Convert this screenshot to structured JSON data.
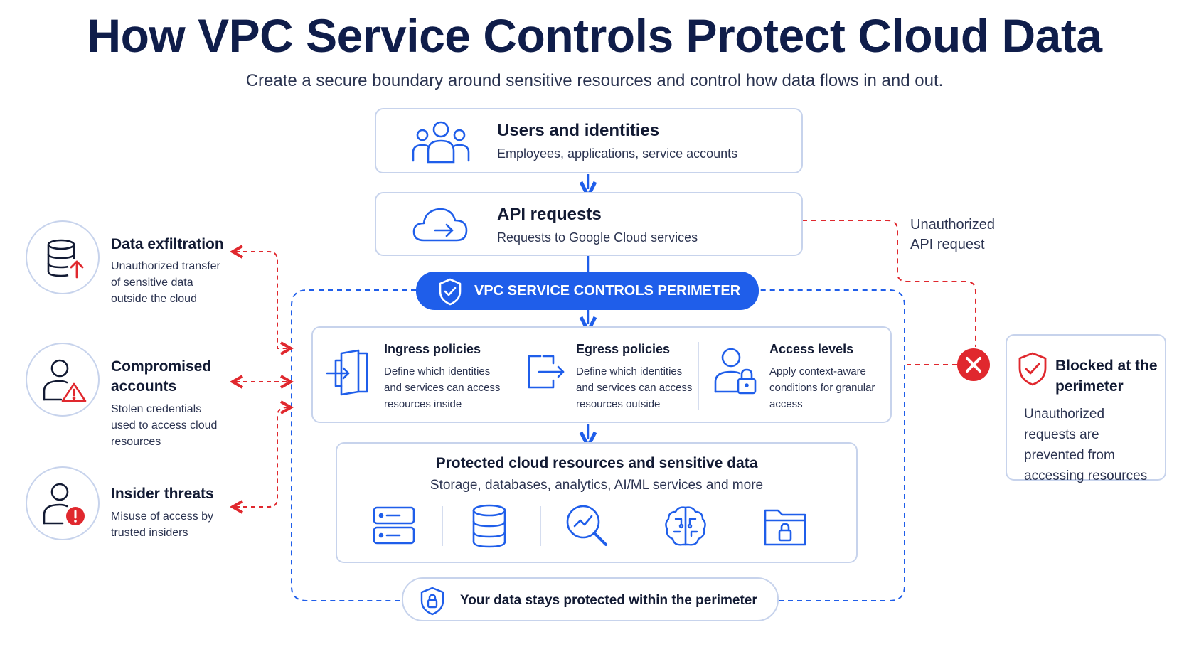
{
  "title": "How VPC Service Controls Protect Cloud Data",
  "subtitle": "Create a secure boundary around sensitive resources and control how data flows in and out.",
  "users": {
    "title": "Users and identities",
    "subtitle": "Employees, applications, service accounts"
  },
  "api": {
    "title": "API requests",
    "subtitle": "Requests to Google Cloud services"
  },
  "perimeter": {
    "label": "VPC SERVICE CONTROLS PERIMETER"
  },
  "policies": [
    {
      "title": "Ingress policies",
      "desc": "Define which identities and services can access resources inside"
    },
    {
      "title": "Egress policies",
      "desc": "Define which identities and services can access resources outside"
    },
    {
      "title": "Access levels",
      "desc": "Apply context-aware conditions for granular access"
    }
  ],
  "resources": {
    "title": "Protected cloud resources and sensitive data",
    "subtitle": "Storage, databases, analytics, AI/ML services and more",
    "icons": [
      "server-icon",
      "database-icon",
      "analytics-icon",
      "ai-brain-icon",
      "locked-folder-icon"
    ]
  },
  "bottom": {
    "label": "Your data stays protected within the perimeter"
  },
  "threats": [
    {
      "title": "Data exfiltration",
      "desc": "Unauthorized transfer of sensitive data outside the cloud",
      "icon": "database-upload-icon"
    },
    {
      "title": "Compromised accounts",
      "desc": "Stolen credentials used to access cloud resources",
      "icon": "user-warning-icon"
    },
    {
      "title": "Insider threats",
      "desc": "Misuse of access by trusted insiders",
      "icon": "user-alert-icon"
    }
  ],
  "unauthorized": {
    "label": "Unauthorized API request"
  },
  "blocked": {
    "title": "Blocked at the perimeter",
    "desc": "Unauthorized requests are prevented from accessing resources"
  },
  "colors": {
    "blue": "#1f5eea",
    "red": "#e0282e",
    "navy": "#0f1d4a",
    "border": "#c7d3ec"
  }
}
